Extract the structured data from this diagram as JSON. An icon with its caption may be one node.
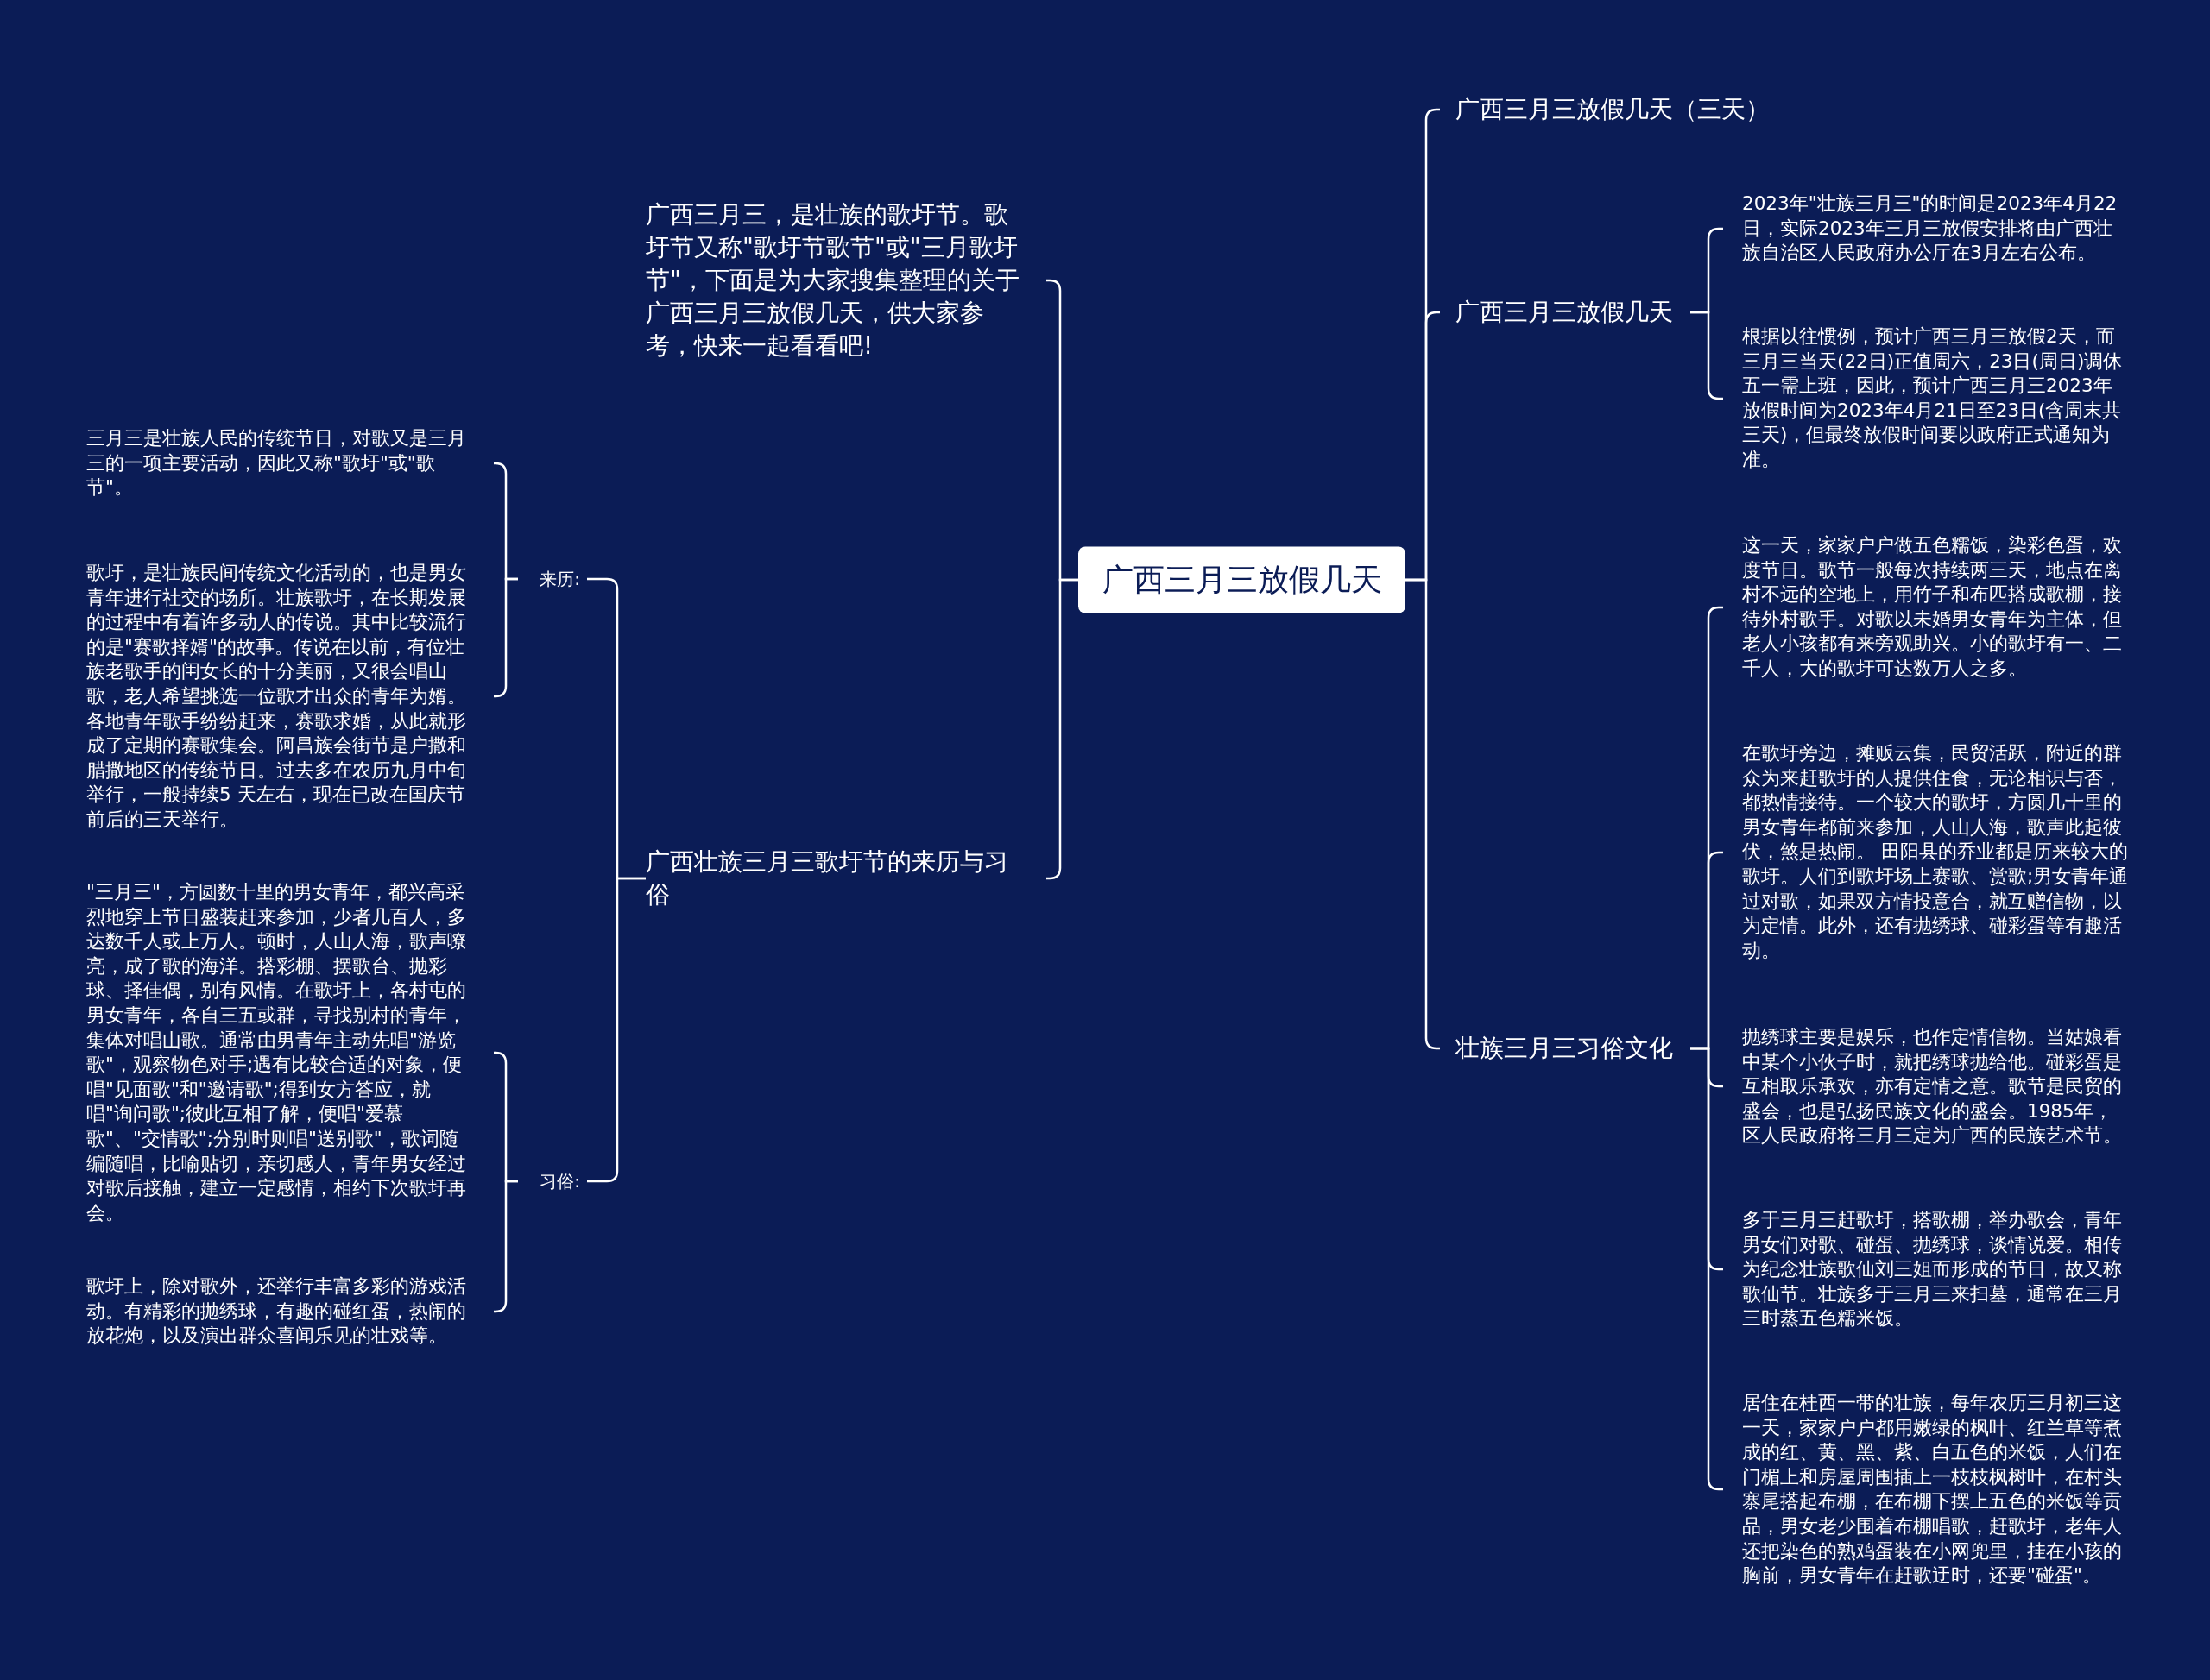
{
  "diagram": {
    "nodes": [
      {
        "text": [
          "广西三月三放假几天"
        ]
      },
      {
        "text": [
          "广西三月三，是壮族的歌圩节。歌圩节又称\"歌圩节歌节\"或\"三月歌圩节\"，下面是为大家搜集整理的关于广西三月三放假几天，供大家参考，快来一起看看吧!"
        ]
      },
      {
        "text": [
          "广西壮族三月三歌圩节的来历与习俗"
        ]
      },
      {
        "text": [
          "来历:"
        ]
      },
      {
        "text": [
          "三月三是壮族人民的传统节日，对歌又是三月三的一项主要活动，因此又称\"歌圩\"或\"歌节\"。"
        ]
      },
      {
        "text": [
          "歌圩，是壮族民间传统文化活动的，也是男女青年进行社交的场所。壮族歌圩，在长期发展的过程中有着许多动人的传说。其中比较流行的是\"赛歌择婿\"的故事。传说在以前，有位壮族老歌手的闺女长的十分美丽，又很会唱山歌，老人希望挑选一位歌才出众的青年为婿。各地青年歌手纷纷赶来，赛歌求婚，从此就形成了定期的赛歌集会。阿昌族会街节是户撒和腊撒地区的传统节日。过去多在农历九月中旬举行，一般持续5 天左右，现在已改在国庆节前后的三天举行。"
        ]
      },
      {
        "text": [
          "习俗:"
        ]
      },
      {
        "text": [
          "\"三月三\"，方圆数十里的男女青年，都兴高采烈地穿上节日盛装赶来参加，少者几百人，多达数千人或上万人。顿时，人山人海，歌声嘹亮，成了歌的海洋。搭彩棚、摆歌台、抛彩球、择佳偶，别有风情。在歌圩上，各村屯的男女青年，各自三五或群，寻找别村的青年，集体对唱山歌。通常由男青年主动先唱\"游览歌\"，观察物色对手;遇有比较合适的对象，便唱\"见面歌\"和\"邀请歌\";得到女方答应，就唱\"询问歌\";彼此互相了解，便唱\"爱慕歌\"、\"交情歌\";分别时则唱\"送别歌\"，歌词随编随唱，比喻贴切，亲切感人，青年男女经过对歌后接触，建立一定感情，相约下次歌圩再会。"
        ]
      },
      {
        "text": [
          "歌圩上，除对歌外，还举行丰富多彩的游戏活动。有精彩的抛绣球，有趣的碰红蛋，热闹的放花炮，以及演出群众喜闻乐见的壮戏等。"
        ]
      },
      {
        "text": [
          "广西三月三放假几天（三天）"
        ]
      },
      {
        "text": [
          "广西三月三放假几天"
        ]
      },
      {
        "text": [
          "2023年\"壮族三月三\"的时间是2023年4月22日，实际2023年三月三放假安排将由广西壮族自治区人民政府办公厅在3月左右公布。"
        ]
      },
      {
        "text": [
          "根据以往惯例，预计广西三月三放假2天，而三月三当天(22日)正值周六，23日(周日)调休五一需上班，因此，预计广西三月三2023年放假时间为2023年4月21日至23日(含周末共三天)，但最终放假时间要以政府正式通知为准。"
        ]
      },
      {
        "text": [
          "壮族三月三习俗文化"
        ]
      },
      {
        "text": [
          "这一天，家家户户做五色糯饭，染彩色蛋，欢度节日。歌节一般每次持续两三天，地点在离村不远的空地上，用竹子和布匹搭成歌棚，接待外村歌手。对歌以未婚男女青年为主体，但老人小孩都有来旁观助兴。小的歌圩有一、二千人，大的歌圩可达数万人之多。"
        ]
      },
      {
        "text": [
          "在歌圩旁边，摊贩云集，民贸活跃，附近的群众为来赶歌圩的人提供住食，无论相识与否，都热情接待。一个较大的歌圩，方圆几十里的男女青年都前来参加，人山人海，歌声此起彼伏，煞是热闹。 田阳县的乔业都是历来较大的歌圩。人们到歌圩场上赛歌、赏歌;男女青年通过对歌，如果双方情投意合，就互赠信物，以为定情。此外，还有抛绣球、碰彩蛋等有趣活动。"
        ]
      },
      {
        "text": [
          "抛绣球主要是娱乐，也作定情信物。当姑娘看中某个小伙子时，就把绣球抛给他。碰彩蛋是互相取乐承欢，亦有定情之意。歌节是民贸的盛会，也是弘扬民族文化的盛会。1985年，区人民政府将三月三定为广西的民族艺术节。"
        ]
      },
      {
        "text": [
          "多于三月三赶歌圩，搭歌棚，举办歌会，青年男女们对歌、碰蛋、抛绣球，谈情说爱。相传为纪念壮族歌仙刘三姐而形成的节日，故又称歌仙节。壮族多于三月三来扫墓，通常在三月三时蒸五色糯米饭。"
        ]
      },
      {
        "text": [
          "居住在桂西一带的壮族，每年农历三月初三这一天，家家户户都用嫩绿的枫叶、红兰草等煮成的红、黄、黑、紫、白五色的米饭，人们在门楣上和房屋周围插上一枝枝枫树叶，在村头寨尾搭起布棚，在布棚下摆上五色的米饭等贡品，男女老少围着布棚唱歌，赶歌圩，老年人还把染色的熟鸡蛋装在小网兜里，挂在小孩的胸前，男女青年在赶歌迂时，还要\"碰蛋\"。"
        ]
      }
    ],
    "edges": [
      {
        "from": 0,
        "to": 1,
        "arrow": "none"
      },
      {
        "from": 0,
        "to": 2,
        "arrow": "none"
      },
      {
        "from": 2,
        "to": 3,
        "arrow": "none"
      },
      {
        "from": 3,
        "to": 4,
        "arrow": "none"
      },
      {
        "from": 3,
        "to": 5,
        "arrow": "none"
      },
      {
        "from": 2,
        "to": 6,
        "arrow": "none"
      },
      {
        "from": 6,
        "to": 7,
        "arrow": "none"
      },
      {
        "from": 6,
        "to": 8,
        "arrow": "none"
      },
      {
        "from": 0,
        "to": 9,
        "arrow": "none"
      },
      {
        "from": 0,
        "to": 10,
        "arrow": "none"
      },
      {
        "from": 10,
        "to": 11,
        "arrow": "none"
      },
      {
        "from": 10,
        "to": 12,
        "arrow": "none"
      },
      {
        "from": 0,
        "to": 13,
        "arrow": "none"
      },
      {
        "from": 13,
        "to": 14,
        "arrow": "none"
      },
      {
        "from": 13,
        "to": 15,
        "arrow": "none"
      },
      {
        "from": 13,
        "to": 16,
        "arrow": "none"
      },
      {
        "from": 13,
        "to": 17,
        "arrow": "none"
      },
      {
        "from": 13,
        "to": 18,
        "arrow": "none"
      }
    ]
  }
}
